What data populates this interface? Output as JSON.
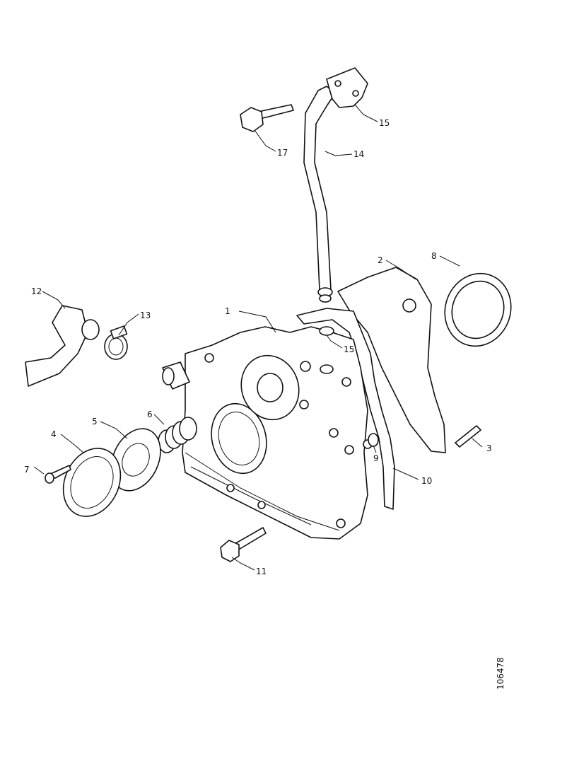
{
  "figure": {
    "reference_number": "106478",
    "callouts": [
      {
        "id": "c1",
        "label": "1"
      },
      {
        "id": "c2",
        "label": "2"
      },
      {
        "id": "c3",
        "label": "3"
      },
      {
        "id": "c4",
        "label": "4"
      },
      {
        "id": "c5",
        "label": "5"
      },
      {
        "id": "c6",
        "label": "6"
      },
      {
        "id": "c7",
        "label": "7"
      },
      {
        "id": "c8",
        "label": "8"
      },
      {
        "id": "c9",
        "label": "9"
      },
      {
        "id": "c10",
        "label": "10"
      },
      {
        "id": "c11",
        "label": "11"
      },
      {
        "id": "c12",
        "label": "12"
      },
      {
        "id": "c13",
        "label": "13"
      },
      {
        "id": "c14",
        "label": "14"
      },
      {
        "id": "c15a",
        "label": "15"
      },
      {
        "id": "c15b",
        "label": "15"
      },
      {
        "id": "c17",
        "label": "17"
      }
    ]
  }
}
